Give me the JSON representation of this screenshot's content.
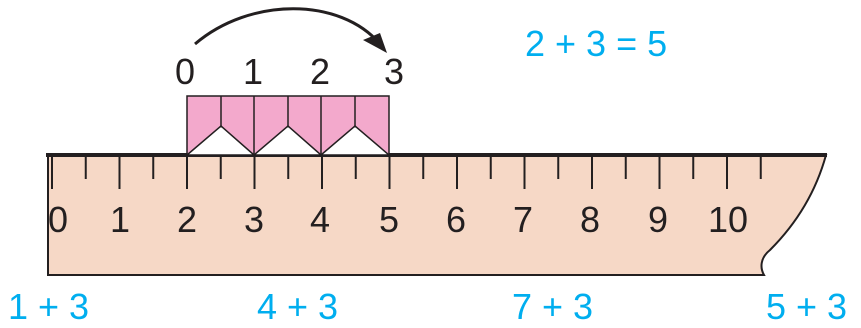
{
  "ruler": {
    "labels": [
      "0",
      "1",
      "2",
      "3",
      "4",
      "5",
      "6",
      "7",
      "8",
      "9",
      "10"
    ],
    "fill_color": "#f6d8c6",
    "edge_color": "#231f20"
  },
  "hop": {
    "labels": [
      "0",
      "1",
      "2",
      "3"
    ],
    "start_value": 2,
    "length": 3,
    "fill_color": "#f3a9cc"
  },
  "equation": "2 + 3 = 5",
  "exercises": [
    "1 + 3",
    "4 + 3",
    "7 + 3",
    "5 + 3"
  ],
  "accent_color": "#00aeef"
}
